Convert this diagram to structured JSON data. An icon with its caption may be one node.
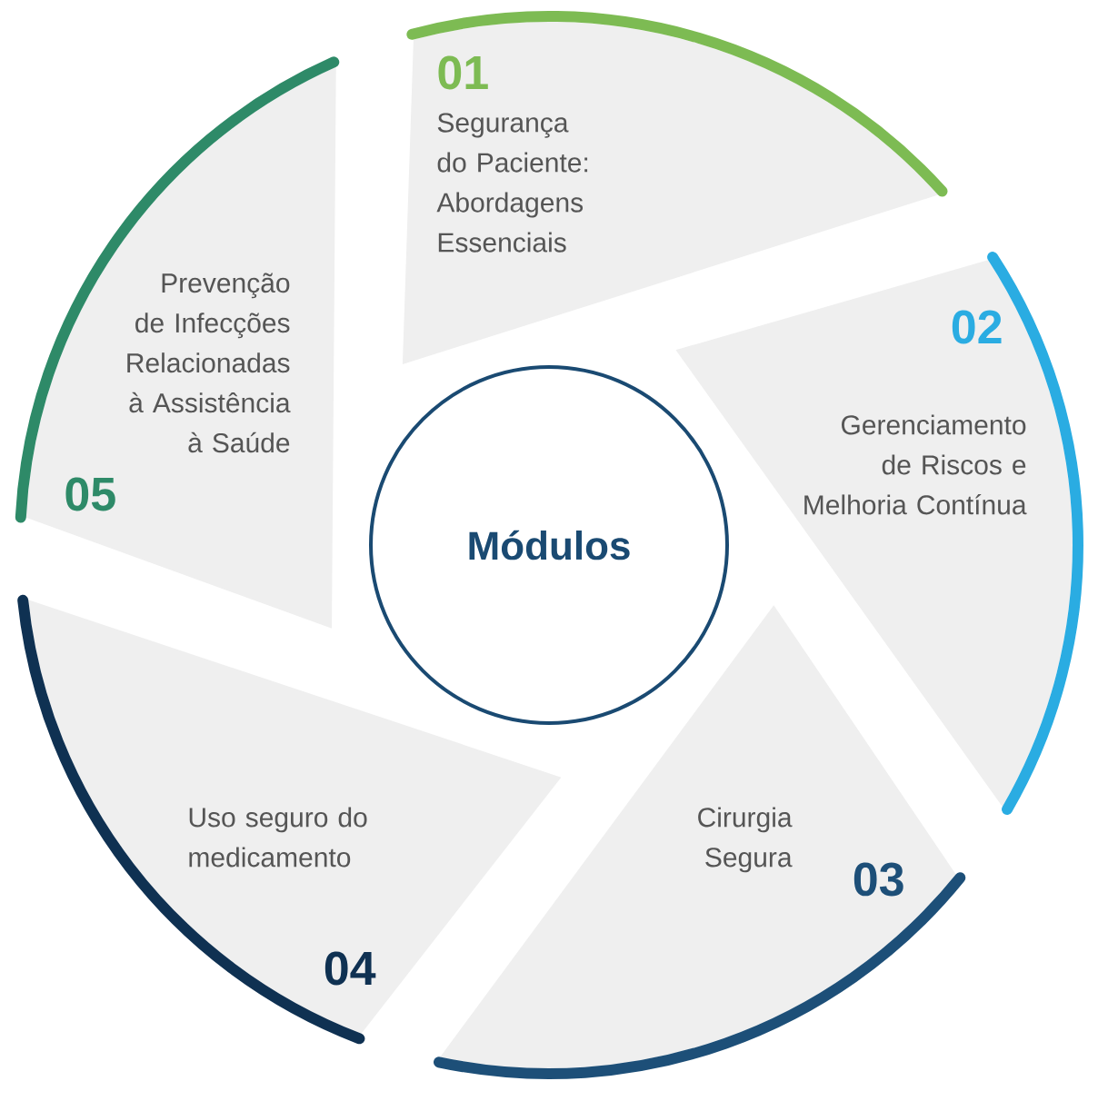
{
  "diagram": {
    "nodes": [
      {
        "text": [
          "Módulos"
        ]
      },
      {
        "text": [
          "01",
          "Segurança do Paciente: Abordagens Essenciais"
        ]
      },
      {
        "text": [
          "02",
          "Gerenciamento de Riscos e Melhoria Contínua"
        ]
      },
      {
        "text": [
          "Cirurgia Segura",
          "03"
        ]
      },
      {
        "text": [
          "Uso seguro do medicamento",
          "04"
        ]
      },
      {
        "text": [
          "Prevenção de Infecções Relacionadas à Assistência à Saúde",
          "05"
        ]
      }
    ]
  }
}
